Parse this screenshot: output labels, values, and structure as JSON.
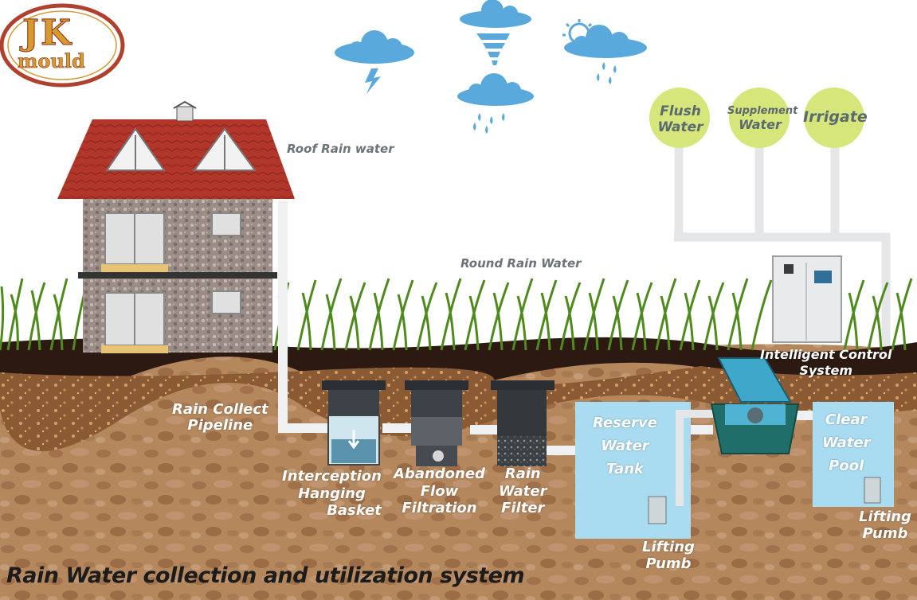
{
  "logo": {
    "letters": "JK",
    "word": "mould"
  },
  "labels": {
    "roof_rain_water": "Roof Rain water",
    "round_rain_water": "Round Rain Water",
    "rain_collect_pipeline": [
      "Rain Collect",
      "Pipeline"
    ],
    "interception_hanging_basket": [
      "Interception",
      "Hanging",
      "Basket"
    ],
    "abandoned_flow_filtration": [
      "Abandoned",
      "Flow",
      "Filtration"
    ],
    "rain_water_filter": [
      "Rain",
      "Water",
      "Filter"
    ],
    "reserve_water_tank": [
      "Reserve",
      "Water",
      "Tank"
    ],
    "lifting_pump_1": [
      "Lifting",
      "Pumb"
    ],
    "clear_water_pool": [
      "Clear",
      "Water",
      "Pool"
    ],
    "lifting_pump_2": [
      "Lifting",
      "Pumb"
    ],
    "intelligent_control_system": [
      "Intelligent Control",
      "System"
    ]
  },
  "uses": {
    "flush_water": [
      "Flush",
      "Water"
    ],
    "supplement_water": [
      "Supplement",
      "Water"
    ],
    "irrigate": "Irrigate"
  },
  "footer_title": "Rain Water collection and utilization system",
  "colors": {
    "sky_icon": "#5aa9dc",
    "use_circle": "#d7e67a",
    "pipe": "#e4e6e8",
    "tank": "#a9dcf1",
    "soil": "#b08259",
    "topsoil": "#3a2418",
    "roof": "#b23a2e",
    "grass": "#4f8a1e"
  },
  "icons": [
    "cloud-lightning-icon",
    "cloud-tornado-icon",
    "cloud-sun-rain-icon",
    "cloud-rain-icon"
  ]
}
